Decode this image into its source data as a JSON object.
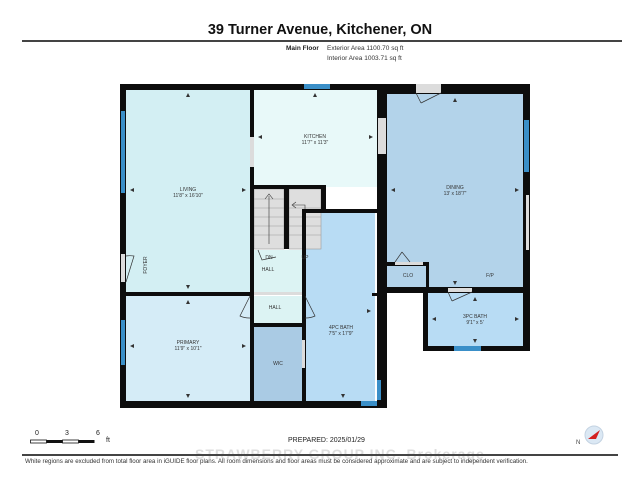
{
  "header": {
    "title": "39 Turner Avenue, Kitchener, ON",
    "floor_name": "Main Floor",
    "exterior_area": "Exterior Area 1100.70 sq ft",
    "interior_area": "Interior Area 1003.71 sq ft"
  },
  "rooms": {
    "living": {
      "name": "LIVING",
      "dims": "11'8\" x 16'10\""
    },
    "kitchen": {
      "name": "KITCHEN",
      "dims": "11'7\" x 11'3\""
    },
    "dining": {
      "name": "DINING",
      "dims": "13' x 18'7\""
    },
    "primary": {
      "name": "PRIMARY",
      "dims": "11'9\" x 10'1\""
    },
    "bath4": {
      "name": "4PC BATH",
      "dims": "7'5\" x 17'9\""
    },
    "bath3": {
      "name": "3PC BATH",
      "dims": "9'1\" x 5'"
    },
    "wic": {
      "name": "WIC"
    },
    "hall_upper": {
      "name": "HALL"
    },
    "hall_lower": {
      "name": "HALL"
    },
    "clo": {
      "name": "CLO"
    },
    "fp": {
      "name": "F/P"
    },
    "foyer": {
      "name": "FOYER"
    },
    "stairs_dn": {
      "name": "DN"
    },
    "stairs_up": {
      "name": "UP"
    }
  },
  "colors": {
    "wall": "#0d0d0d",
    "living": "#d3eff3",
    "kitchen": "#e8f9f9",
    "dining": "#b3d3ea",
    "primary": "#d5ecf7",
    "bath": "#b8dcf4",
    "wic": "#aacbe4",
    "hall": "#dcf3f3",
    "clo": "#b3d3ea",
    "stairs": "#dedede",
    "window": "#3a8fc8",
    "door_gap": "#dcdcdc"
  },
  "scale_bar": {
    "ticks": [
      "0",
      "3",
      "6"
    ],
    "unit": "ft"
  },
  "prepared": "PREPARED: 2025/01/29",
  "compass": {
    "label": "N"
  },
  "footer": "White regions are excluded from total floor area in iGUIDE floor plans. All room dimensions and floor areas must be considered approximate and are subject to independent verification.",
  "watermark": "STRAWBERRY GROUP INC. Brokerage"
}
